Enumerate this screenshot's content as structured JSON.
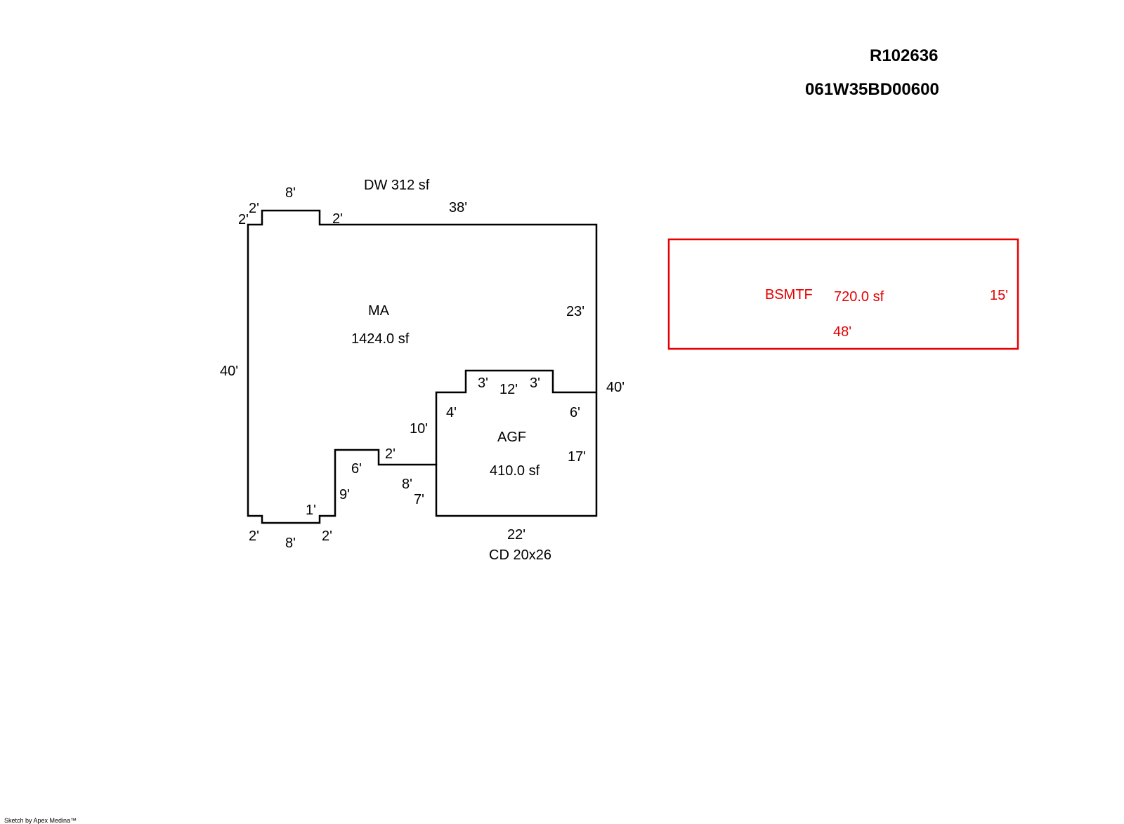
{
  "header": {
    "parcel_id": "R102636",
    "map_number": "061W35BD00600"
  },
  "colors": {
    "main_outline": "#000000",
    "basement_outline": "#e60000",
    "basement_text": "#e60000"
  },
  "main_area": {
    "code": "MA",
    "area": "1424.0 sf"
  },
  "garage": {
    "code": "AGF",
    "area": "410.0 sf"
  },
  "basement": {
    "code": "BSMTF",
    "area": "720.0 sf",
    "dim_depth": "15'",
    "dim_length": "48'"
  },
  "annotations": {
    "deck": "DW  312 sf",
    "concrete_deck": "CD  20x26"
  },
  "dimensions": {
    "top_bump_width": "8'",
    "top_bump_left_step": "2'",
    "top_bump_left_edge": "2'",
    "top_bump_right_step": "2'",
    "top_width": "38'",
    "left_height": "40'",
    "right_upper": "23'",
    "right_total": "40'",
    "garage_bump_left": "3'",
    "garage_bump_width": "12'",
    "garage_bump_right": "3'",
    "garage_left_step": "4'",
    "garage_right_step": "6'",
    "garage_left_side": "10'",
    "garage_right_side": "17'",
    "garage_bottom": "22'",
    "notch_top": "2'",
    "notch_inner": "6'",
    "notch_side": "9'",
    "notch_8": "8'",
    "notch_7": "7'",
    "bottom_step_small": "1'",
    "bottom_left_step": "2'",
    "bottom_bump_width": "8'",
    "bottom_right_step": "2'"
  },
  "footer": {
    "credit": "Sketch by Apex Medina™"
  }
}
